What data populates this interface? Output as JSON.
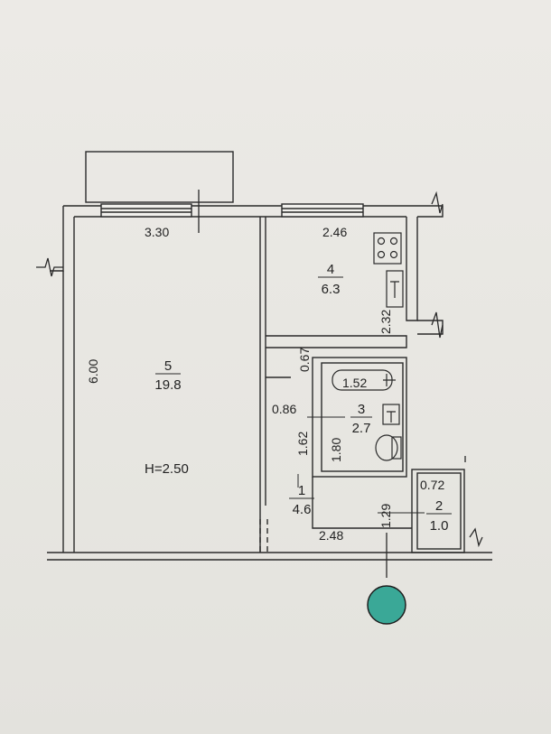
{
  "plan": {
    "ceiling_height": "H=2.50",
    "rooms": [
      {
        "number": "5",
        "area": "19.8"
      },
      {
        "number": "4",
        "area": "6.3"
      },
      {
        "number": "3",
        "area": "2.7"
      },
      {
        "number": "1",
        "area": "4.6"
      },
      {
        "number": "2",
        "area": "1.0"
      }
    ],
    "dimensions": {
      "room5_width": "3.30",
      "room5_length": "6.00",
      "room4_width": "2.46",
      "room4_length": "2.32",
      "bath_width": "1.52",
      "bath_length": "1.80",
      "hall_a": "0.67",
      "hall_b": "0.86",
      "hall_c": "1.62",
      "hall_d": "1.29",
      "hall_width": "2.48",
      "closet_width": "0.72"
    }
  },
  "colors": {
    "paper": "#e9e8e3",
    "ink": "#222222",
    "stamp": "#3aa897"
  }
}
